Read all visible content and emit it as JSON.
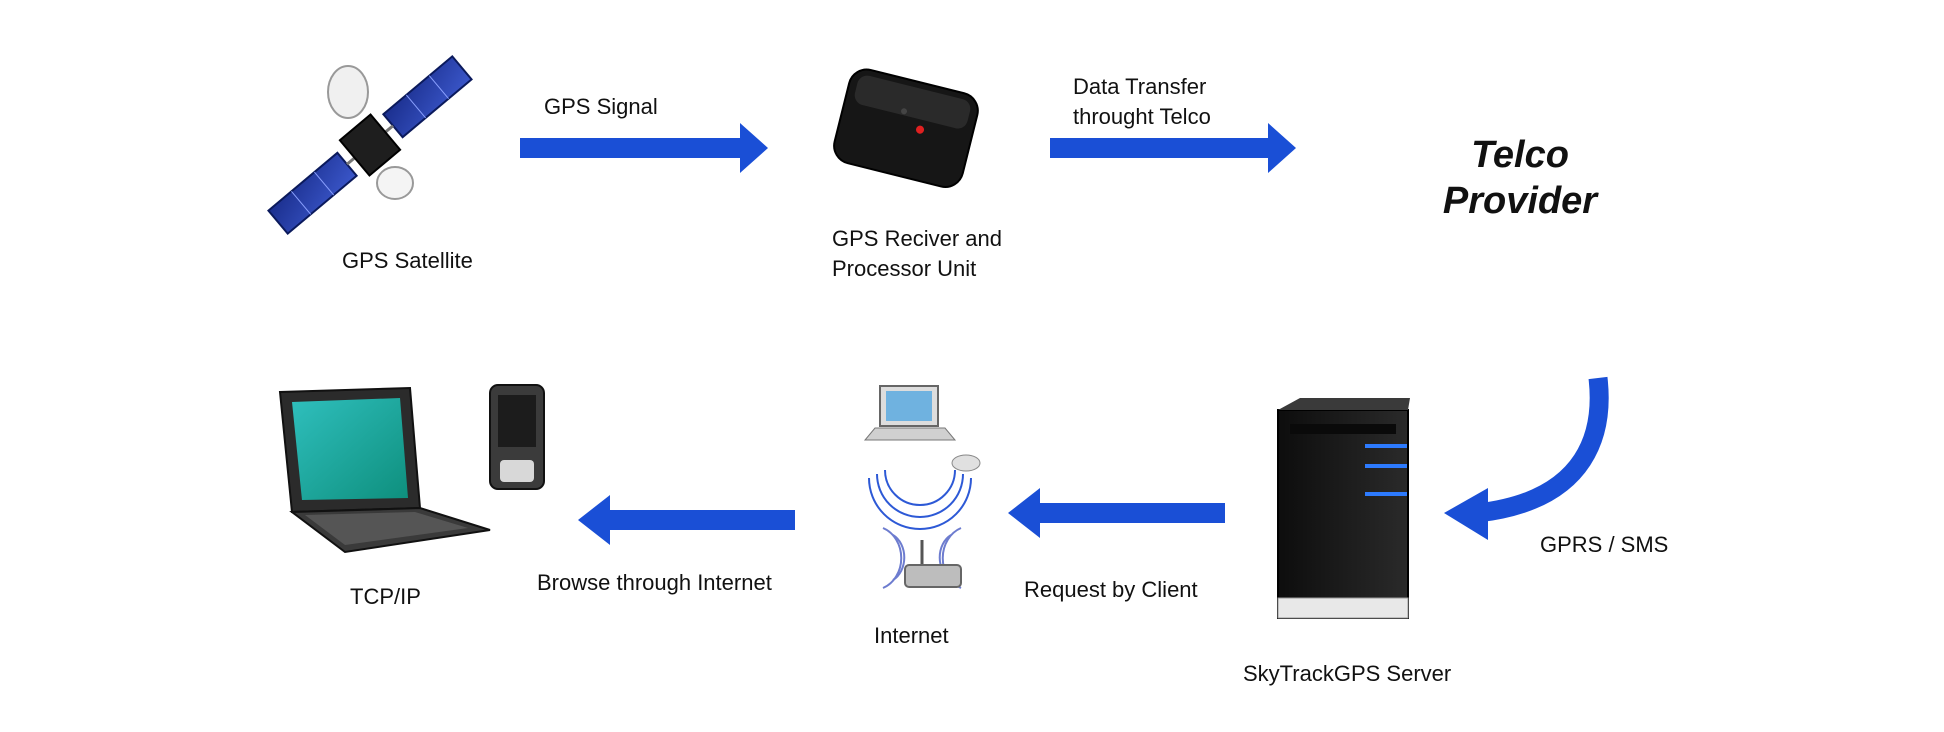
{
  "nodes": {
    "satellite": {
      "label": "GPS Satellite"
    },
    "receiver": {
      "label_line1": "GPS Reciver and",
      "label_line2": "Processor Unit"
    },
    "telco": {
      "line1": "Telco",
      "line2": "Provider"
    },
    "server": {
      "label": "SkyTrackGPS Server"
    },
    "internet": {
      "label": "Internet"
    },
    "client": {
      "label": "TCP/IP"
    }
  },
  "edges": {
    "gps_signal": {
      "label": "GPS Signal"
    },
    "data_transfer": {
      "label_line1": "Data Transfer",
      "label_line2": "throught Telco"
    },
    "gprs_sms": {
      "label": "GPRS / SMS"
    },
    "request": {
      "label": "Request by Client"
    },
    "browse": {
      "label": "Browse through Internet"
    }
  },
  "colors": {
    "arrow": "#1a4fd6"
  }
}
